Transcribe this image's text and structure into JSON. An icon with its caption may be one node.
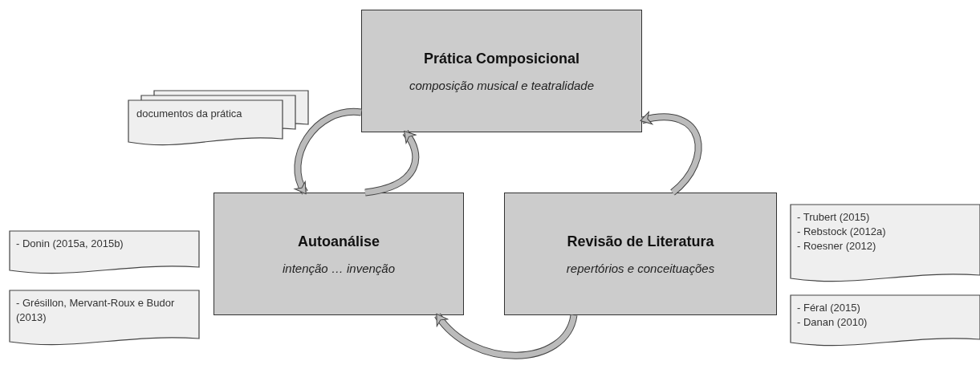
{
  "diagram": {
    "nodes": [
      {
        "text": [
          "Prática Composicional",
          "composição musical e teatralidade"
        ]
      },
      {
        "text": [
          "Autoanálise",
          "intenção … invenção"
        ]
      },
      {
        "text": [
          "Revisão de Literatura",
          "repertórios e conceituações"
        ]
      },
      {
        "text": [
          "documentos da prática"
        ]
      },
      {
        "text": [
          "- Donin (2015a, 2015b)"
        ]
      },
      {
        "text": [
          "- Grésillon, Mervant-Roux e Budor (2013)"
        ]
      },
      {
        "text": [
          "- Trubert (2015)",
          "- Rebstock (2012a)",
          "- Roesner (2012)"
        ]
      },
      {
        "text": [
          "- Féral (2015)",
          "- Danan (2010)"
        ]
      }
    ],
    "edges": [
      {
        "from": 0,
        "to": 1,
        "arrow": "to"
      },
      {
        "from": 1,
        "to": 0,
        "arrow": "to"
      },
      {
        "from": 2,
        "to": 0,
        "arrow": "to"
      },
      {
        "from": 2,
        "to": 1,
        "arrow": "to"
      }
    ]
  }
}
